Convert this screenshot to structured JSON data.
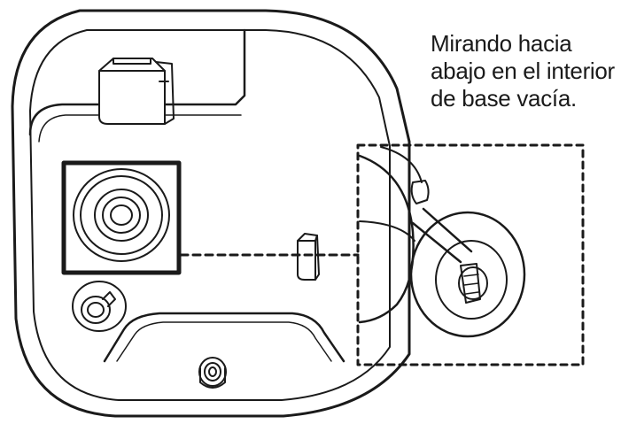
{
  "caption": {
    "lines": [
      "Mirando hacia",
      "abajo en el interior",
      "de base vacía."
    ]
  },
  "colors": {
    "line": "#1a1a1a",
    "background": "#ffffff",
    "highlight_box": "#1a1a1a"
  }
}
